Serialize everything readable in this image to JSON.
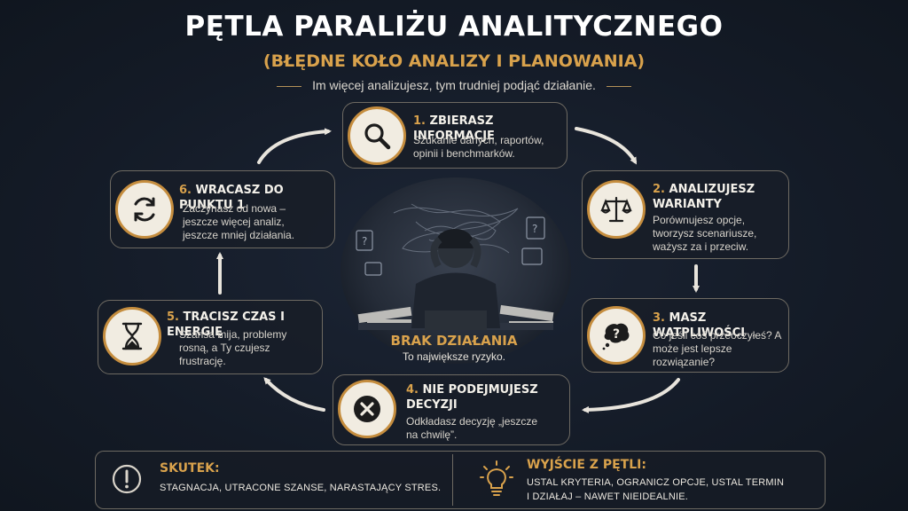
{
  "header": {
    "title": "PĘTLA PARALIŻU ANALITYCZNEGO",
    "subtitle": "(BŁĘDNE KOŁO ANALIZY I PLANOWANIA)",
    "tagline": "Im więcej analizujesz, tym trudniej podjąć działanie."
  },
  "steps": [
    {
      "num": "1.",
      "title": "ZBIERASZ INFORMACJE",
      "desc": "Szukanie danych, raportów, opinii i benchmarków.",
      "icon": "magnifier-icon"
    },
    {
      "num": "2.",
      "title": "ANALIZUJESZ WARIANTY",
      "desc": "Porównujesz opcje, tworzysz scenariusze, ważysz za i przeciw.",
      "icon": "scales-icon"
    },
    {
      "num": "3.",
      "title": "MASZ WĄTPLIWOŚCI",
      "desc": "Co jeśli coś przeoczyłeś? A może jest lepsze rozwiązanie?",
      "icon": "question-bubble-icon"
    },
    {
      "num": "4.",
      "title": "NIE PODEJMUJESZ DECYZJI",
      "desc": "Odkładasz decyzję „jeszcze na chwilę”.",
      "icon": "x-circle-icon"
    },
    {
      "num": "5.",
      "title": "TRACISZ CZAS I ENERGIĘ",
      "desc": "Szansa mija, problemy rosną, a Ty czujesz frustrację.",
      "icon": "hourglass-icon"
    },
    {
      "num": "6.",
      "title": "WRACASZ DO PUNKTU 1",
      "desc": "Zaczynasz od nowa – jeszcze więcej analiz, jeszcze mniej działania.",
      "icon": "refresh-icon"
    }
  ],
  "center": {
    "label": "BRAK DZIAŁANIA",
    "sub": "To największe ryzyko."
  },
  "bottom": {
    "effect_title": "SKUTEK:",
    "effect_text": "STAGNACJA, UTRACONE SZANSE, NARASTAJĄCY STRES.",
    "exit_title": "WYJŚCIE Z PĘTLI:",
    "exit_line1": "USTAL KRYTERIA, OGRANICZ OPCJE, USTAL TERMIN",
    "exit_line2": "I DZIAŁAJ – NAWET NIEIDEALNIE."
  },
  "colors": {
    "accent": "#d9a24c",
    "badge_bg": "#f1ece1",
    "background": "#141b27"
  }
}
